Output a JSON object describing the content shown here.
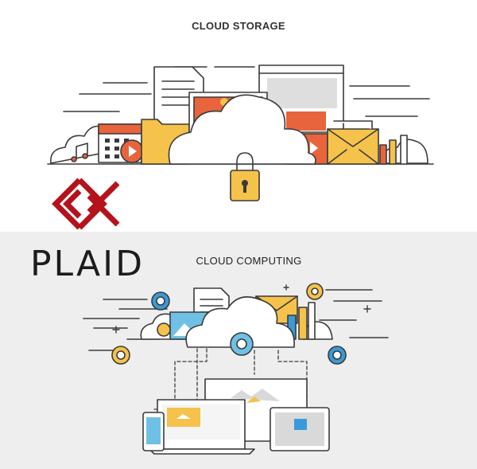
{
  "titles": {
    "top": "CLOUD STORAGE",
    "bottom": "CLOUD COMPUTING"
  },
  "brand": {
    "name": "PLAID",
    "color": "#b5121b"
  },
  "colors": {
    "stroke": "#3a3a3a",
    "orange": "#e8643c",
    "yellow": "#f5c24b",
    "blue": "#3a9ad9",
    "light_blue": "#6ec1e4",
    "gray": "#d9d9d9",
    "panel_bottom": "#eeeeee"
  },
  "icons": [
    "calendar-icon",
    "music-note-icon",
    "play-icon",
    "folder-icon",
    "document-icon",
    "image-icon",
    "browser-window-icon",
    "padlock-icon",
    "envelope-icon",
    "bar-chart-icon",
    "gear-icon",
    "cloud-icon",
    "coin-icon",
    "laptop-icon",
    "tablet-icon",
    "smartphone-icon",
    "monitor-icon"
  ]
}
